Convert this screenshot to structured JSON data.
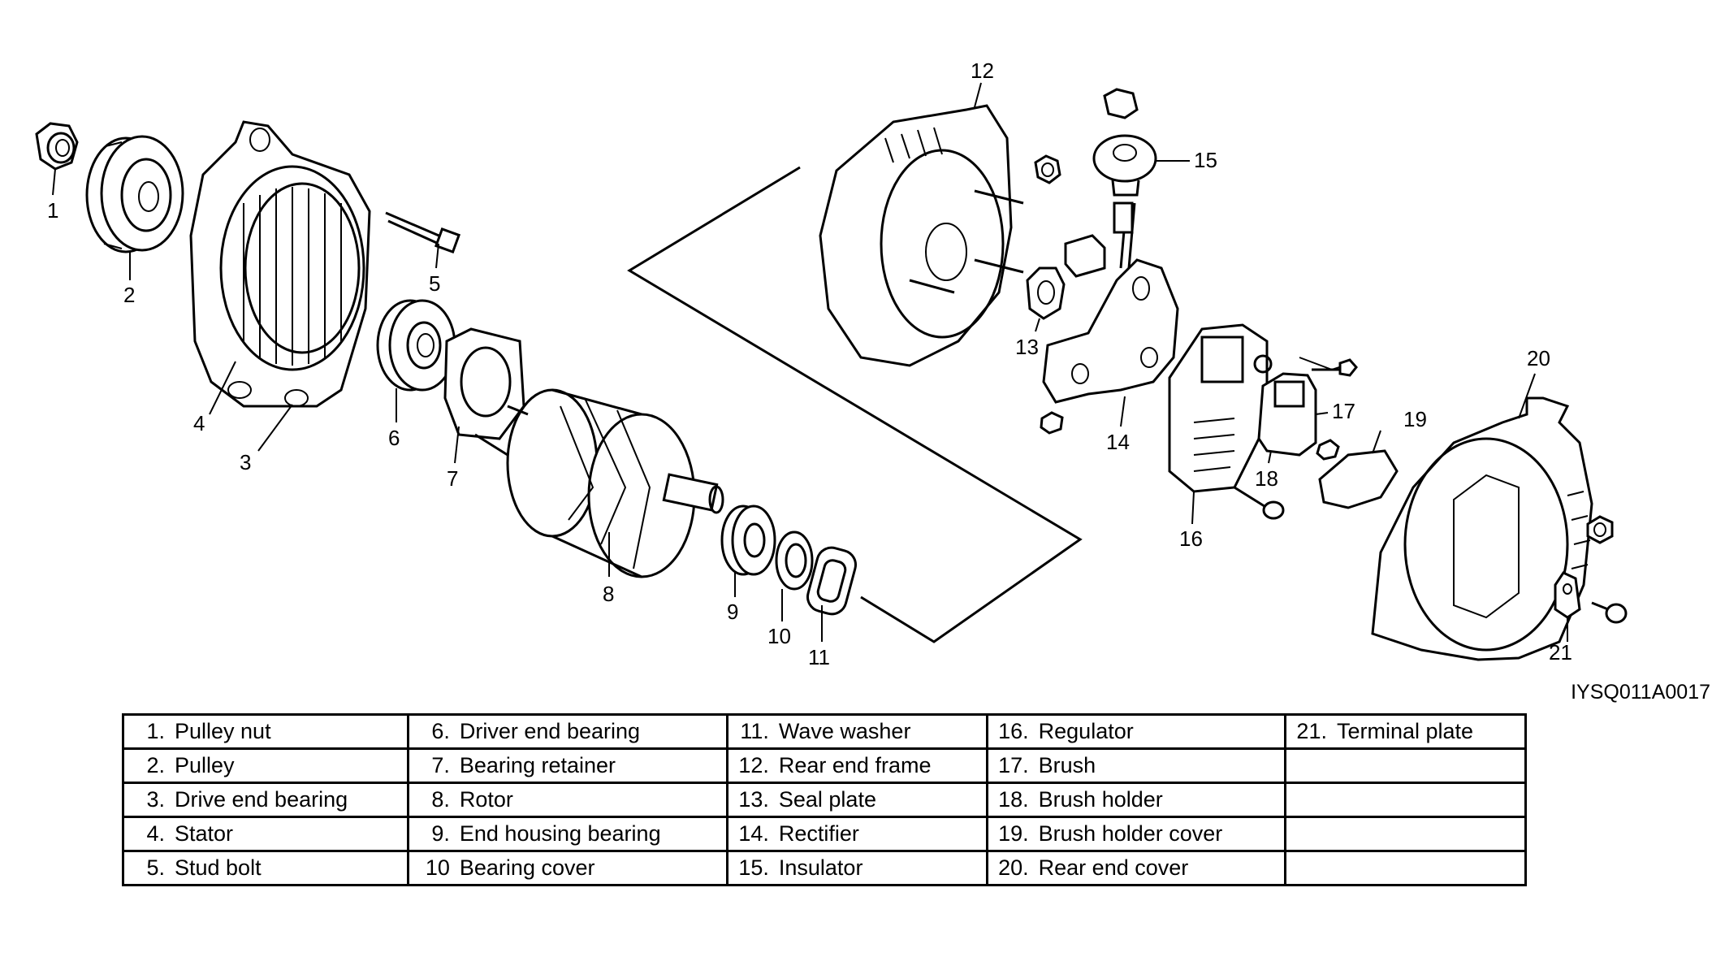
{
  "callouts": [
    "1",
    "2",
    "3",
    "4",
    "5",
    "6",
    "7",
    "8",
    "9",
    "10",
    "11",
    "12",
    "13",
    "14",
    "15",
    "16",
    "17",
    "18",
    "19",
    "20",
    "21"
  ],
  "figure_code": "IYSQ011A0017",
  "parts_table": {
    "rows": [
      [
        {
          "num": "1.",
          "name": "Pulley nut"
        },
        {
          "num": "6.",
          "name": "Driver end bearing"
        },
        {
          "num": "11.",
          "name": "Wave washer"
        },
        {
          "num": "16.",
          "name": "Regulator"
        },
        {
          "num": "21.",
          "name": "Terminal plate"
        }
      ],
      [
        {
          "num": "2.",
          "name": "Pulley"
        },
        {
          "num": "7.",
          "name": "Bearing retainer"
        },
        {
          "num": "12.",
          "name": "Rear end frame"
        },
        {
          "num": "17.",
          "name": "Brush"
        },
        {
          "num": "",
          "name": ""
        }
      ],
      [
        {
          "num": "3.",
          "name": "Drive end bearing"
        },
        {
          "num": "8.",
          "name": "Rotor"
        },
        {
          "num": "13.",
          "name": "Seal plate"
        },
        {
          "num": "18.",
          "name": "Brush holder"
        },
        {
          "num": "",
          "name": ""
        }
      ],
      [
        {
          "num": "4.",
          "name": "Stator"
        },
        {
          "num": "9.",
          "name": "End housing bearing"
        },
        {
          "num": "14.",
          "name": "Rectifier"
        },
        {
          "num": "19.",
          "name": "Brush holder cover"
        },
        {
          "num": "",
          "name": ""
        }
      ],
      [
        {
          "num": "5.",
          "name": "Stud bolt"
        },
        {
          "num": "10",
          "name": "Bearing cover"
        },
        {
          "num": "15.",
          "name": "Insulator"
        },
        {
          "num": "20.",
          "name": "Rear end cover"
        },
        {
          "num": "",
          "name": ""
        }
      ]
    ]
  }
}
